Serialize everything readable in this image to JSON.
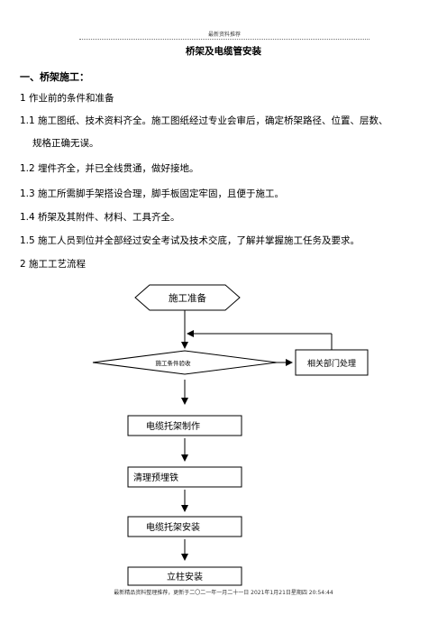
{
  "header": {
    "text": "最新资料推荐"
  },
  "title": "桥架及电缆管安装",
  "section1": "一、桥架施工：",
  "lines": [
    "1  作业前的条件和准备",
    "1.1 施工图纸、技术资料齐全。施工图纸经过专业会审后，确定桥架路径、位置、层数、",
    "规格正确无误。",
    "1.2 埋件齐全，并已全线贯通，做好接地。",
    "1.3 施工所需脚手架搭设合理，脚手板固定牢固，且便于施工。",
    "1.4 桥架及其附件、材料、工具齐全。",
    "1.5 施工人员到位并全部经过安全考试及技术交底，了解并掌握施工任务及要求。",
    "2    施工工艺流程"
  ],
  "flow": {
    "start": "施工准备",
    "decision": "施工条件验收",
    "side": "相关部门处理",
    "steps": [
      "电缆托架制作",
      "清理预埋铁",
      "电缆托架安装",
      "立柱安装"
    ]
  },
  "footer": "最新精品资料整理推荐，更新于二〇二一年一月二十一日 2021年1月21日星期四 20:54:44"
}
